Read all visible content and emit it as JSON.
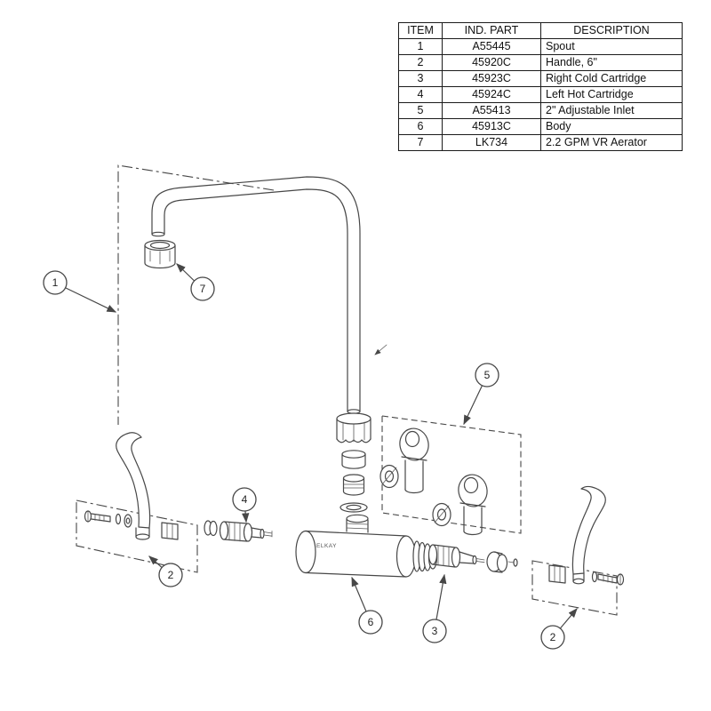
{
  "table": {
    "headers": [
      "ITEM",
      "IND. PART",
      "DESCRIPTION"
    ],
    "rows": [
      {
        "item": "1",
        "part": "A55445",
        "desc": "Spout"
      },
      {
        "item": "2",
        "part": "45920C",
        "desc": "Handle, 6\""
      },
      {
        "item": "3",
        "part": "45923C",
        "desc": "Right Cold Cartridge"
      },
      {
        "item": "4",
        "part": "45924C",
        "desc": "Left Hot Cartridge"
      },
      {
        "item": "5",
        "part": "A55413",
        "desc": "2\" Adjustable Inlet"
      },
      {
        "item": "6",
        "part": "45913C",
        "desc": "Body"
      },
      {
        "item": "7",
        "part": "LK734",
        "desc": "2.2 GPM VR Aerator"
      }
    ]
  },
  "diagram": {
    "brand_label": "ELKAY",
    "callouts": [
      "1",
      "7",
      "5",
      "4",
      "2",
      "6",
      "3",
      "2"
    ]
  }
}
